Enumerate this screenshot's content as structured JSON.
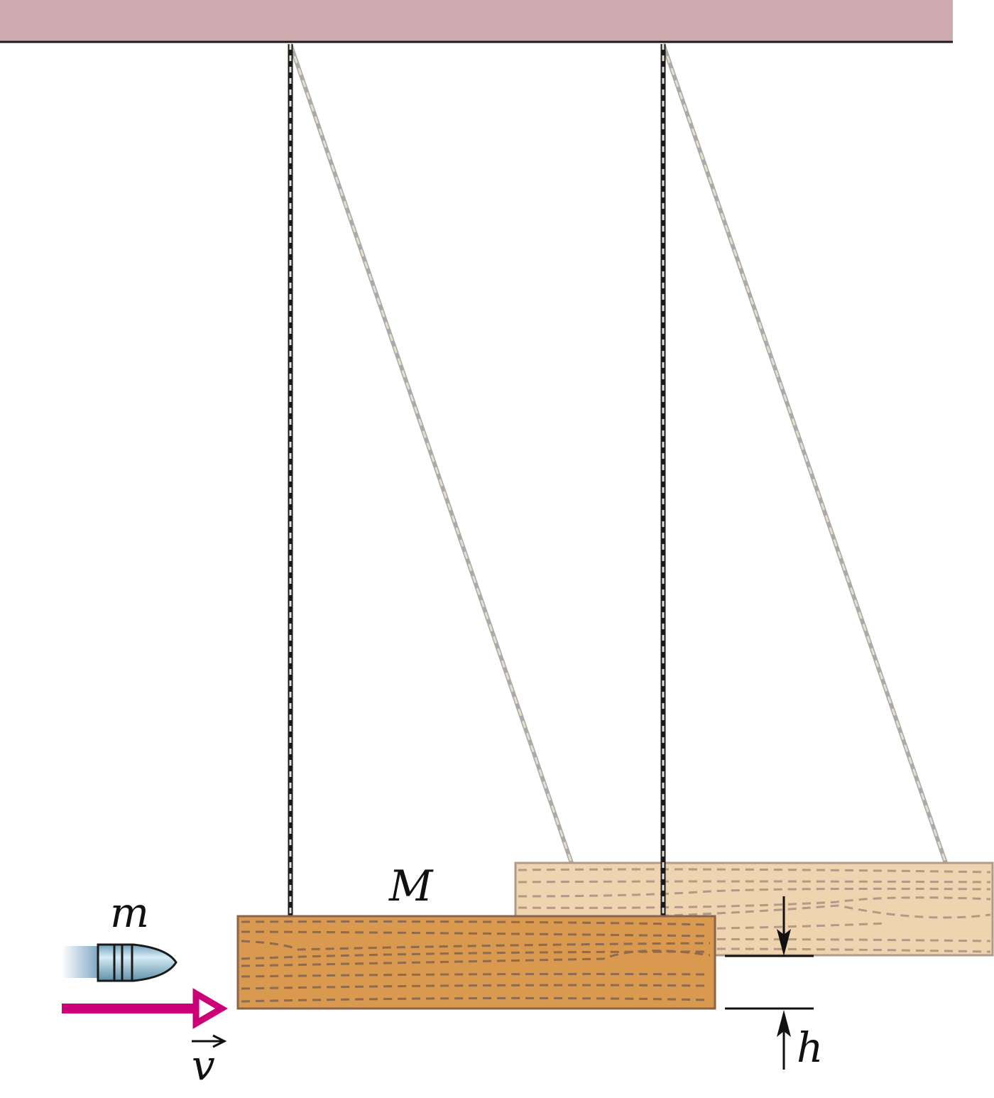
{
  "labels": {
    "bullet_mass": "m",
    "block_mass": "M",
    "velocity": "v",
    "height": "h"
  },
  "colors": {
    "ceiling": "#cdaaae",
    "block": "#d9994f",
    "block_displaced": "#efd4b0",
    "velocity_arrow": "#cc0077",
    "bullet": "#a9cfe0"
  }
}
